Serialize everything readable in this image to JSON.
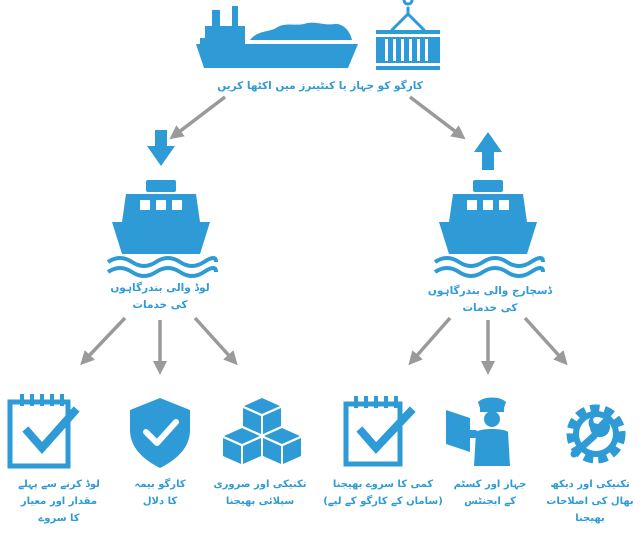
{
  "colors": {
    "primary": "#2e9bd6",
    "arrow": "#9a9a9a"
  },
  "top": {
    "label": "کارگو کو جہاز یا کنٹینرز میں اکٹھا کریں",
    "icons": [
      "cargo-ship-icon",
      "container-crane-icon"
    ]
  },
  "load": {
    "label_lines": [
      "لوڈ والی بندرگاہوں",
      "کی خدمات"
    ],
    "icons": [
      "down-arrow-icon",
      "ship-icon"
    ]
  },
  "discharge": {
    "label_lines": [
      "ڈسچارج والی بندرگاہوں",
      "کی خدمات"
    ],
    "icons": [
      "up-arrow-icon",
      "ship-icon"
    ]
  },
  "load_services": [
    {
      "icon": "survey-clipboard-icon",
      "lines": [
        "لوڈ کرنے سے پہلے",
        "مقدار اور معیار",
        "کا سروے"
      ]
    },
    {
      "icon": "insurance-shield-icon",
      "lines": [
        "کارگو بیمہ",
        "کا دلال"
      ]
    },
    {
      "icon": "supply-boxes-icon",
      "lines": [
        "تکنیکی اور ضروری",
        "سپلائی بھیجنا"
      ]
    }
  ],
  "discharge_services": [
    {
      "icon": "survey-clipboard-icon",
      "lines": [
        "کمی کا سروے بھیجنا",
        "(سامان کے کارگو کے لیے)"
      ]
    },
    {
      "icon": "customs-agent-icon",
      "lines": [
        "جہاز اور کسٹم",
        "کے ایجنٹس"
      ]
    },
    {
      "icon": "gear-wrench-icon",
      "lines": [
        "تکنیکی اور دیکھ",
        "بھال کی اصلاحات",
        "بھیجنا"
      ]
    }
  ]
}
